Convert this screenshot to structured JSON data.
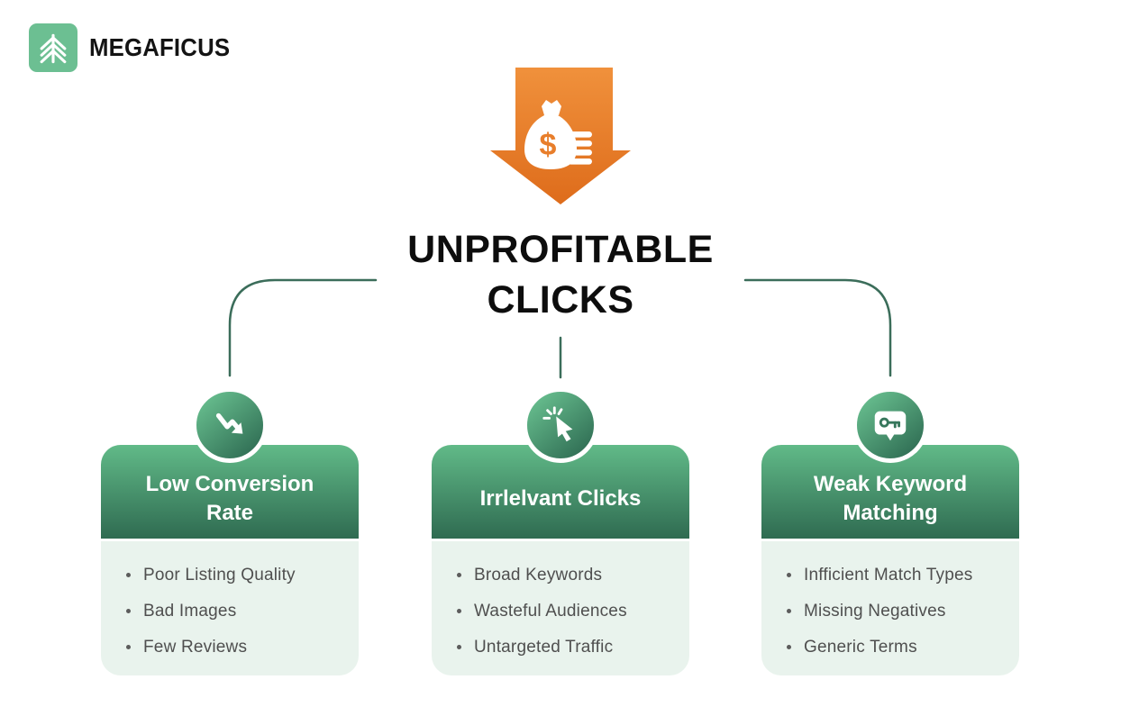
{
  "logo": {
    "brand": "MEGAFICUS",
    "icon": "fir-tree-icon",
    "box_color": "#6CBF92"
  },
  "hero": {
    "icon": "money-loss-down-arrow-icon",
    "dollar_glyph": "$"
  },
  "title": {
    "line1": "UNPROFITABLE",
    "line2": "CLICKS"
  },
  "colors": {
    "orange_light": "#F0913C",
    "orange_dark": "#DE6C1B",
    "green_light": "#61BA88",
    "green_dark": "#2F6B51",
    "connector_line": "#3B6D5A",
    "card_body_bg": "#E9F3ED",
    "item_text": "#4F4F4F",
    "title_text": "#0D0D0D"
  },
  "cards": [
    {
      "icon": "declining-arrow-icon",
      "title_line1": "Low Conversion",
      "title_line2": "Rate",
      "items": [
        "Poor Listing Quality",
        "Bad Images",
        "Few Reviews"
      ]
    },
    {
      "icon": "cursor-click-icon",
      "title_line1": "Irrlelvant Clicks",
      "title_line2": "",
      "items": [
        "Broad Keywords",
        "Wasteful Audiences",
        "Untargeted Traffic"
      ]
    },
    {
      "icon": "key-bubble-icon",
      "title_line1": "Weak Keyword",
      "title_line2": "Matching",
      "items": [
        "Infficient Match Types",
        "Missing Negatives",
        "Generic Terms"
      ]
    }
  ]
}
